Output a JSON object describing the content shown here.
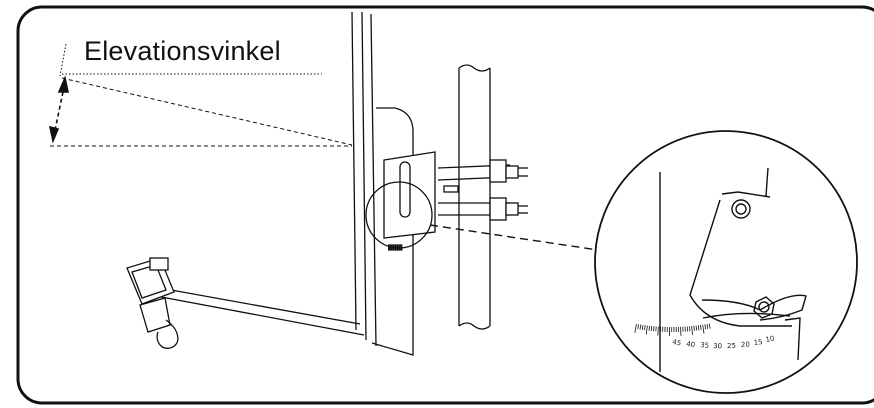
{
  "diagram": {
    "label": "Elevationsvinkel",
    "scale_labels": [
      "45",
      "40",
      "35",
      "30",
      "25",
      "20",
      "15",
      "10"
    ],
    "colors": {
      "line": "#111111",
      "background": "#ffffff"
    }
  }
}
